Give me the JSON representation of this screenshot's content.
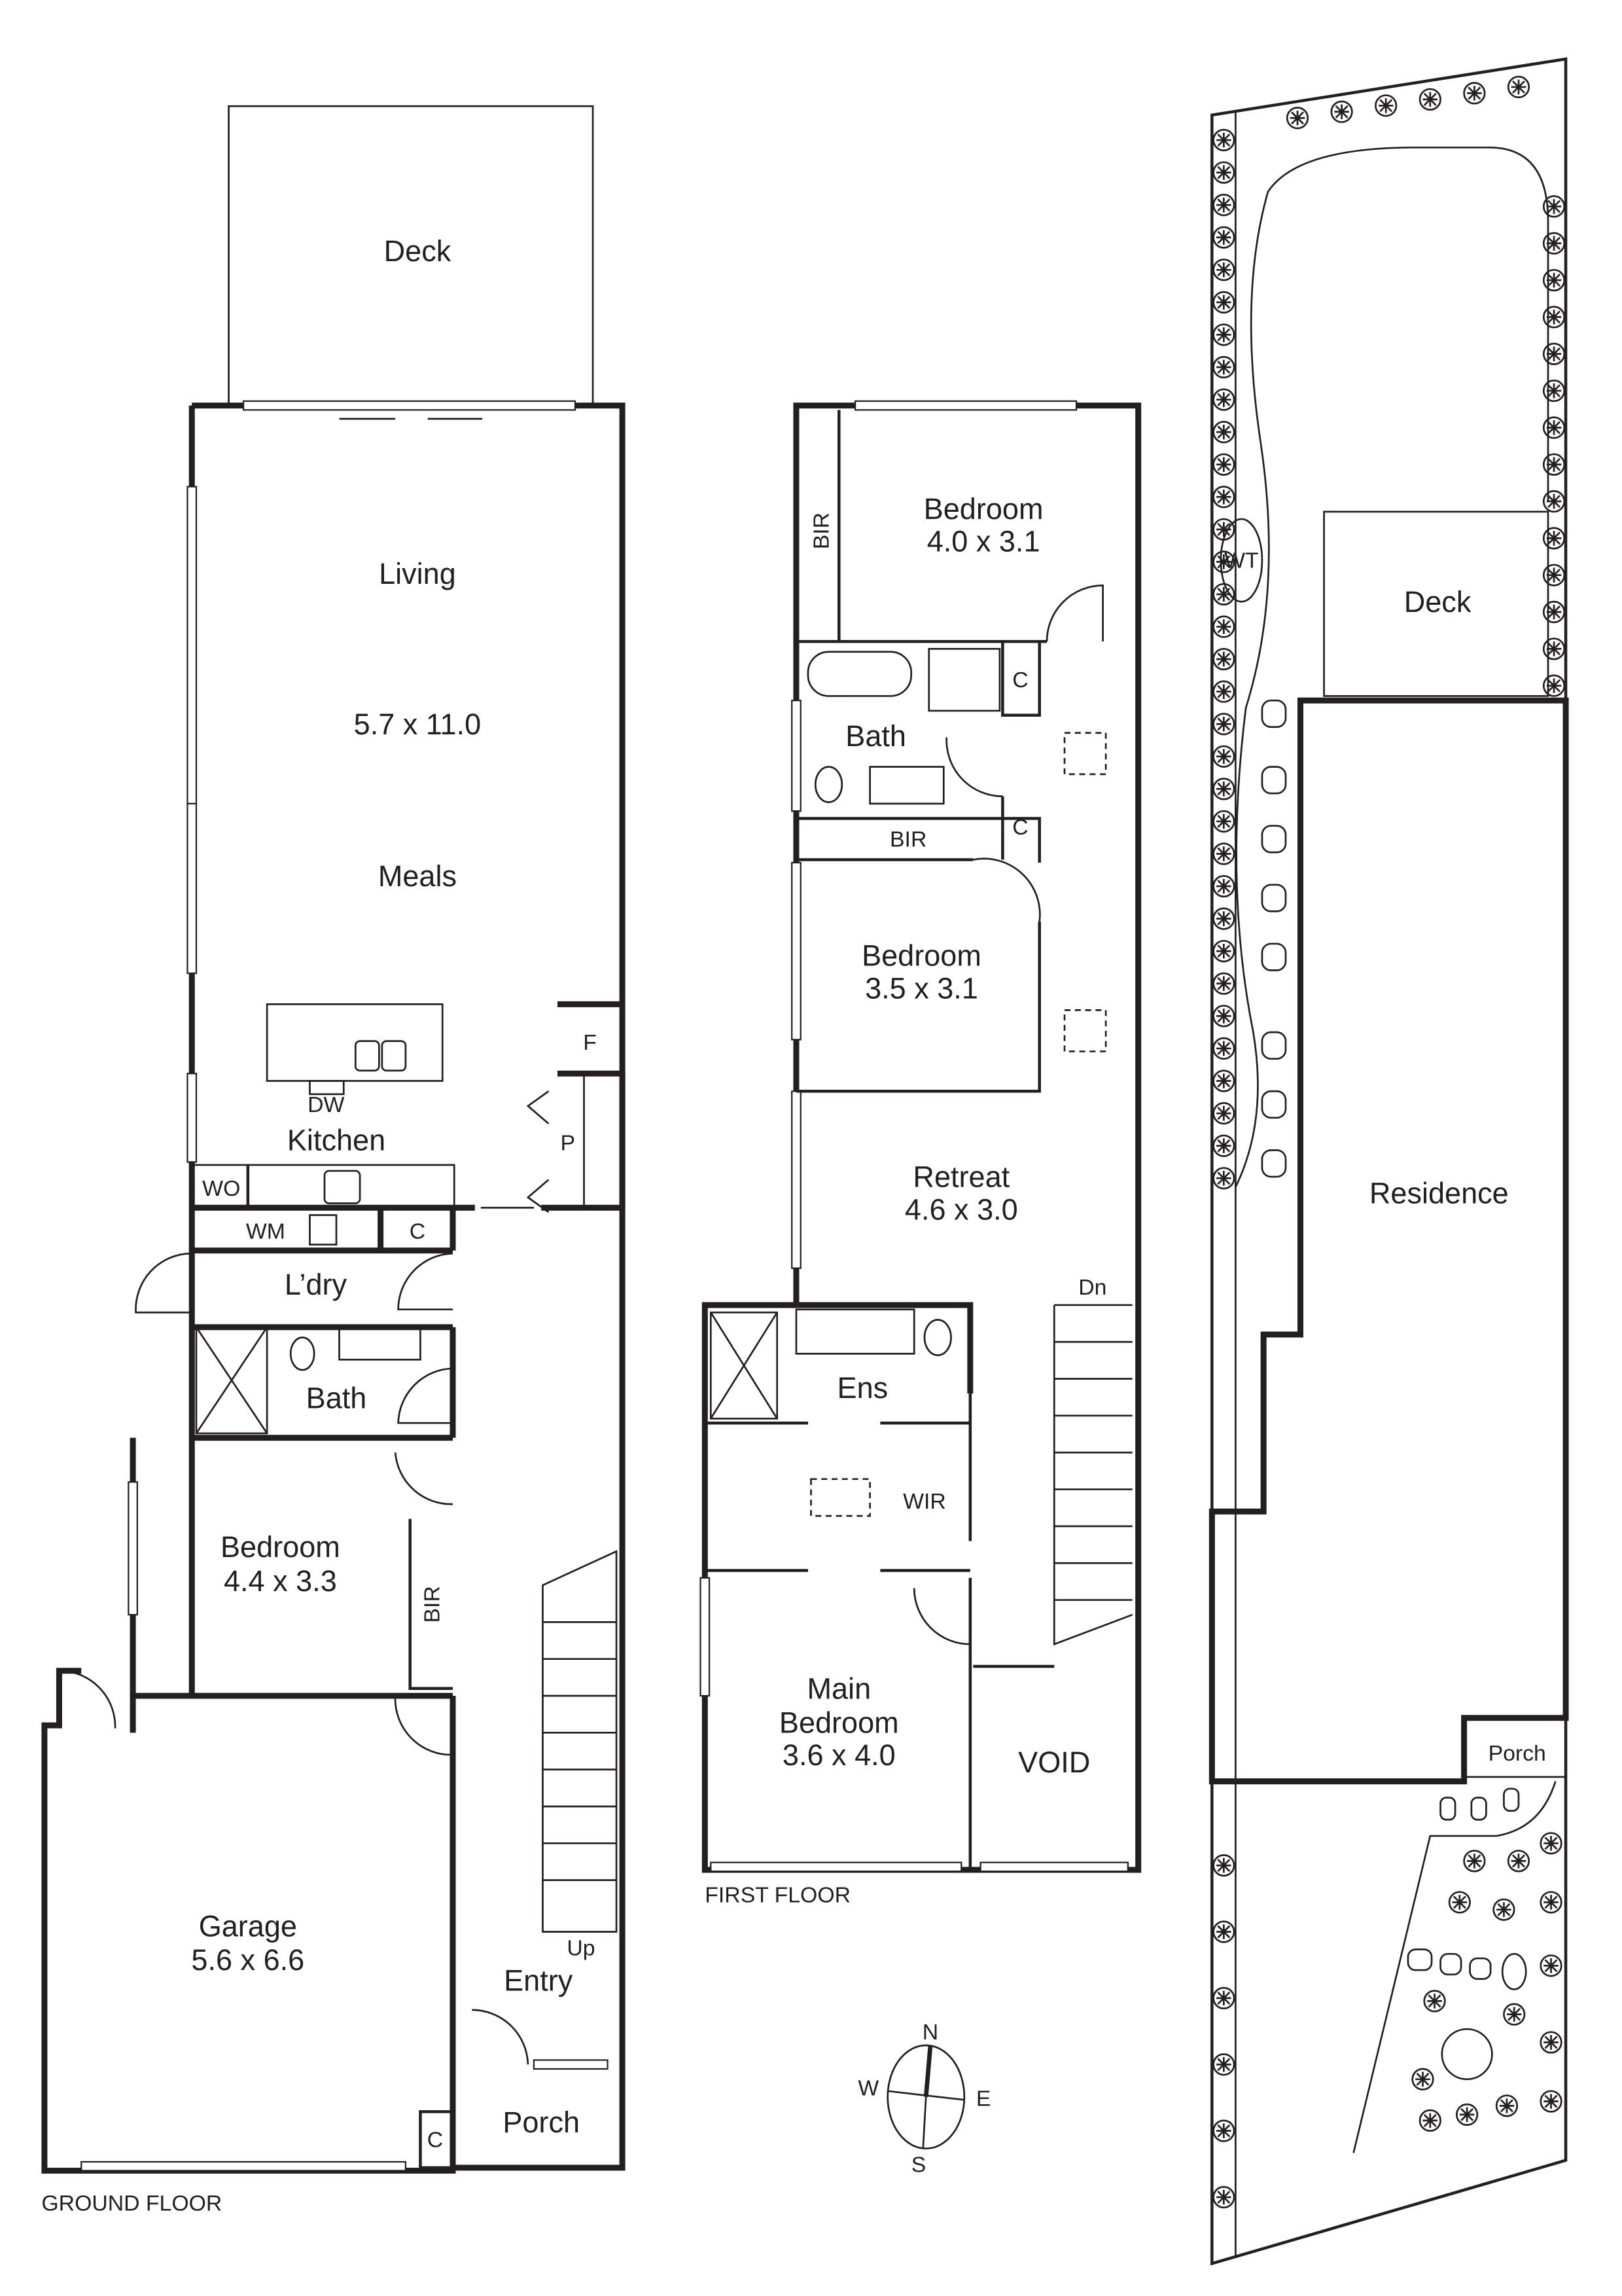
{
  "ground_floor": {
    "caption": "GROUND FLOOR",
    "rooms": {
      "deck": "Deck",
      "living": "Living",
      "living_dims": "5.7 x 11.0",
      "meals": "Meals",
      "fridge": "F",
      "dishwasher": "DW",
      "kitchen": "Kitchen",
      "pantry": "P",
      "wall_oven": "WO",
      "washing_machine": "WM",
      "cupboard_laundry": "C",
      "laundry": "L’dry",
      "bath": "Bath",
      "bedroom": "Bedroom",
      "bedroom_dims": "4.4 x 3.3",
      "bir": "BIR",
      "garage": "Garage",
      "garage_dims": "5.6 x 6.6",
      "stairs_up": "Up",
      "entry": "Entry",
      "porch": "Porch",
      "cupboard_garage": "C"
    }
  },
  "first_floor": {
    "caption": "FIRST FLOOR",
    "rooms": {
      "bir_top": "BIR",
      "bedroom1": "Bedroom",
      "bedroom1_dims": "4.0 x 3.1",
      "cupboard1": "C",
      "bath": "Bath",
      "cupboard2": "C",
      "bir_mid": "BIR",
      "bedroom2": "Bedroom",
      "bedroom2_dims": "3.5 x 3.1",
      "retreat": "Retreat",
      "retreat_dims": "4.6 x 3.0",
      "stairs_down": "Dn",
      "ensuite": "Ens",
      "wir": "WIR",
      "main_bedroom_1": "Main",
      "main_bedroom_2": "Bedroom",
      "main_bedroom_dims": "3.6 x 4.0",
      "void": "VOID"
    }
  },
  "site_plan": {
    "water_tank": "WT",
    "deck": "Deck",
    "residence": "Residence",
    "porch": "Porch"
  },
  "compass": {
    "north": "N",
    "south": "S",
    "east": "E",
    "west": "W"
  }
}
